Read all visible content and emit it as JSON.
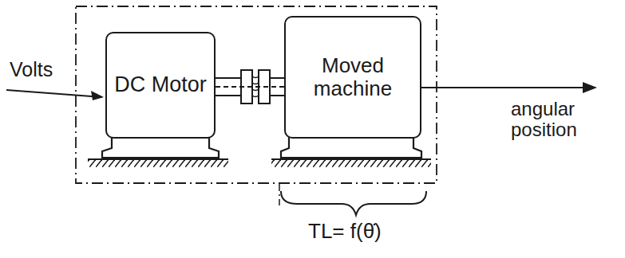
{
  "diagram": {
    "nodes": [
      {
        "text": [
          "DC Motor"
        ]
      },
      {
        "text": [
          "Moved machine"
        ]
      }
    ],
    "edges": [
      {
        "from": 0,
        "to": 1,
        "arrow": "none"
      }
    ],
    "labels": [
      "Volts",
      "angular position",
      "TL= f(θ̇)"
    ]
  }
}
